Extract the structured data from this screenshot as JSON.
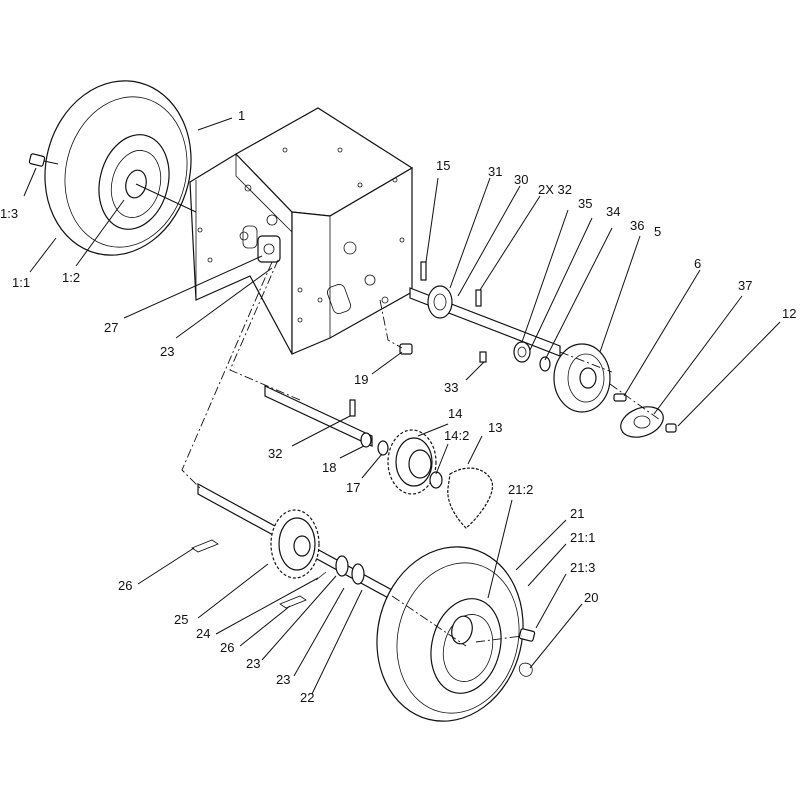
{
  "diagram": {
    "callouts": [
      {
        "id": "c1",
        "text": "1"
      },
      {
        "id": "c1_3",
        "text": "1:3"
      },
      {
        "id": "c1_1",
        "text": "1:1"
      },
      {
        "id": "c1_2",
        "text": "1:2"
      },
      {
        "id": "c27",
        "text": "27"
      },
      {
        "id": "c23a",
        "text": "23"
      },
      {
        "id": "c15",
        "text": "15"
      },
      {
        "id": "c31",
        "text": "31"
      },
      {
        "id": "c30",
        "text": "30"
      },
      {
        "id": "c2x32",
        "text": "2X 32"
      },
      {
        "id": "c35",
        "text": "35"
      },
      {
        "id": "c34",
        "text": "34"
      },
      {
        "id": "c36",
        "text": "36"
      },
      {
        "id": "c5",
        "text": "5"
      },
      {
        "id": "c6",
        "text": "6"
      },
      {
        "id": "c37",
        "text": "37"
      },
      {
        "id": "c12",
        "text": "12"
      },
      {
        "id": "c19",
        "text": "19"
      },
      {
        "id": "c33",
        "text": "33"
      },
      {
        "id": "c14",
        "text": "14"
      },
      {
        "id": "c14_2",
        "text": "14:2"
      },
      {
        "id": "c13",
        "text": "13"
      },
      {
        "id": "c32",
        "text": "32"
      },
      {
        "id": "c18",
        "text": "18"
      },
      {
        "id": "c17",
        "text": "17"
      },
      {
        "id": "c21_2",
        "text": "21:2"
      },
      {
        "id": "c21",
        "text": "21"
      },
      {
        "id": "c21_1",
        "text": "21:1"
      },
      {
        "id": "c21_3",
        "text": "21:3"
      },
      {
        "id": "c20",
        "text": "20"
      },
      {
        "id": "c26a",
        "text": "26"
      },
      {
        "id": "c25",
        "text": "25"
      },
      {
        "id": "c24",
        "text": "24"
      },
      {
        "id": "c26b",
        "text": "26"
      },
      {
        "id": "c23b",
        "text": "23"
      },
      {
        "id": "c23c",
        "text": "23"
      },
      {
        "id": "c22",
        "text": "22"
      }
    ]
  }
}
